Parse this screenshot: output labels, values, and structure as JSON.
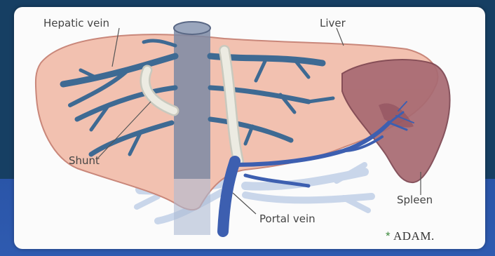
{
  "diagram": {
    "labels": {
      "hepatic_vein": "Hepatic vein",
      "liver": "Liver",
      "shunt": "Shunt",
      "spleen": "Spleen",
      "portal_vein": "Portal vein"
    },
    "logo": {
      "star": "*",
      "text": "ADAM."
    }
  },
  "colors": {
    "background": "#163f63",
    "band": "#2f5bb0",
    "liver": "#f2c1b0",
    "vein": "#3e6a93",
    "spleen": "#a86a72",
    "shunt": "#e8e8de"
  }
}
